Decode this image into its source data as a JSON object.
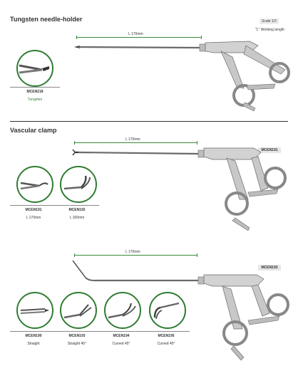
{
  "sections": {
    "tungsten": {
      "title": "Tungsten needle-holder",
      "scale": "Scale 1/2",
      "note": "\"L\" Working length",
      "length_label": "L 170mm",
      "thumb": {
        "code": "MCEN218",
        "label": "Tungsten"
      }
    },
    "vascular": {
      "title": "Vascular clamp",
      "instrument1": {
        "code": "MCEN191",
        "length_label": "L 170mm",
        "thumbs": [
          {
            "code": "MCEN191",
            "label": "L 170mm"
          },
          {
            "code": "MCEN192",
            "label": "L 165mm"
          }
        ]
      },
      "instrument2": {
        "code": "MCEN193",
        "length_label": "L 170mm",
        "thumbs": [
          {
            "code": "MCEN190",
            "label": "Straight"
          },
          {
            "code": "MCEN193",
            "label": "Straight 45°"
          },
          {
            "code": "MCEN194",
            "label": "Curved 45°"
          },
          {
            "code": "MCEN195",
            "label": "Curved 45°"
          }
        ]
      }
    }
  },
  "colors": {
    "accent_green": "#2f7d32",
    "dimension_green": "#3a8a3a",
    "steel": "#9a9a9a"
  },
  "icons": [
    "needle-holder-tip-icon",
    "clamp-tip-icon",
    "instrument-drawing"
  ]
}
